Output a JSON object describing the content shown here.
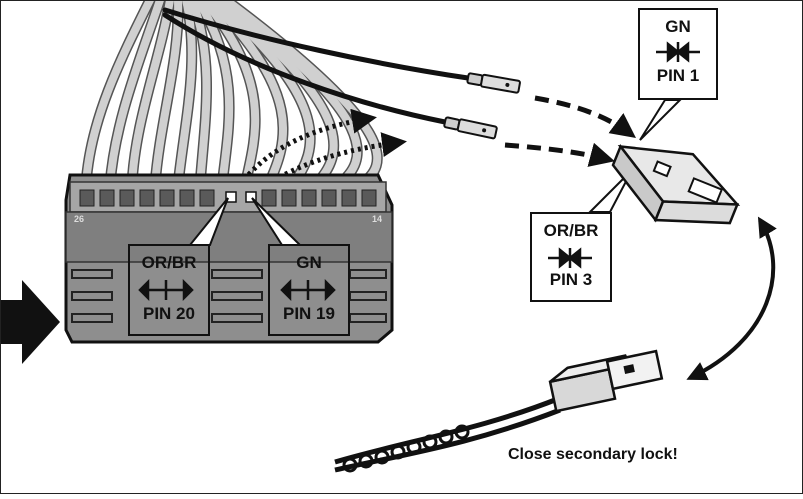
{
  "labels": {
    "gn_top": {
      "color": "GN",
      "pin": "PIN 1"
    },
    "orbr_right": {
      "color": "OR/BR",
      "pin": "PIN 3"
    },
    "orbr_left": {
      "color": "OR/BR",
      "pin": "PIN 20"
    },
    "gn_left": {
      "color": "GN",
      "pin": "PIN 19"
    }
  },
  "connector_numbers": {
    "left": "26",
    "right": "14"
  },
  "caption": "Close secondary lock!",
  "icons": [
    "insert-arrows-icon",
    "remove-arrows-icon",
    "big-arrow-icon"
  ]
}
